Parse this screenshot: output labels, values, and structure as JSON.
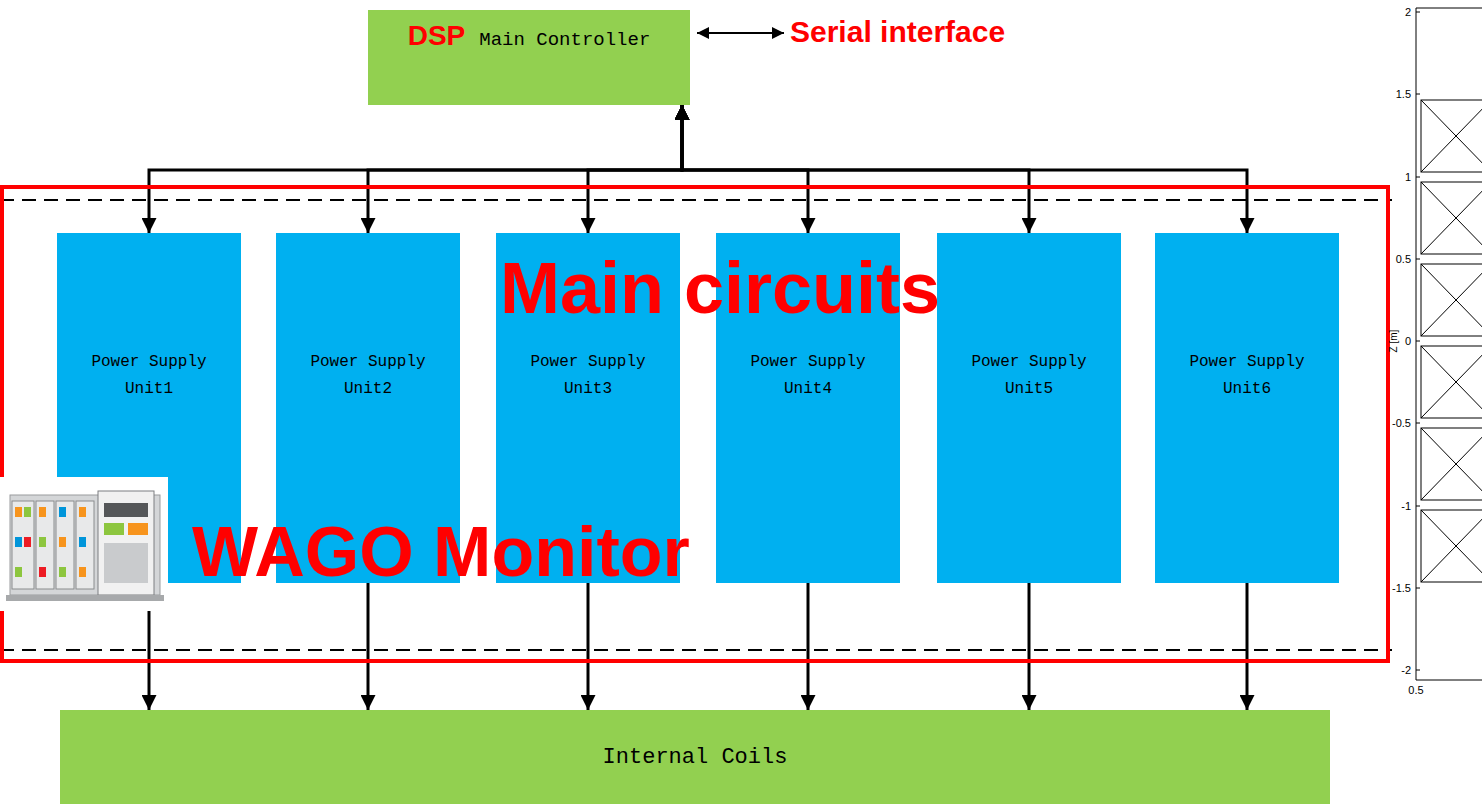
{
  "diagram": {
    "nodes": [
      {
        "text": [
          "DSP",
          "Main Controller"
        ]
      },
      {
        "text": [
          "Main circuits",
          "WAGO Monitor"
        ]
      },
      {
        "text": [
          "Power Supply Unit1"
        ],
        "in": 1
      },
      {
        "text": [
          "Power Supply Unit2"
        ],
        "in": 1
      },
      {
        "text": [
          "Power Supply Unit3"
        ],
        "in": 1
      },
      {
        "text": [
          "Power Supply Unit4"
        ],
        "in": 1
      },
      {
        "text": [
          "Power Supply Unit5"
        ],
        "in": 1
      },
      {
        "text": [
          "Power Supply Unit6"
        ],
        "in": 1
      },
      {
        "text": [
          "Internal Coils"
        ]
      }
    ],
    "edges": [
      {
        "from": 0,
        "to": 2,
        "arrow": "both"
      },
      {
        "from": 0,
        "to": 3,
        "arrow": "both"
      },
      {
        "from": 0,
        "to": 4,
        "arrow": "both"
      },
      {
        "from": 0,
        "to": 5,
        "arrow": "both"
      },
      {
        "from": 0,
        "to": 6,
        "arrow": "both"
      },
      {
        "from": 0,
        "to": 7,
        "arrow": "both"
      },
      {
        "from": 2,
        "to": 8,
        "arrow": "to"
      },
      {
        "from": 3,
        "to": 8,
        "arrow": "to"
      },
      {
        "from": 4,
        "to": 8,
        "arrow": "to"
      },
      {
        "from": 5,
        "to": 8,
        "arrow": "to"
      },
      {
        "from": 6,
        "to": 8,
        "arrow": "to"
      },
      {
        "from": 7,
        "to": 8,
        "arrow": "to"
      }
    ],
    "labels": [
      "Serial interface",
      "2",
      "1.5",
      "1",
      "0.5",
      "0",
      "-0.5",
      "-1",
      "-1.5",
      "-2",
      "0.5",
      "Z [m]"
    ]
  }
}
